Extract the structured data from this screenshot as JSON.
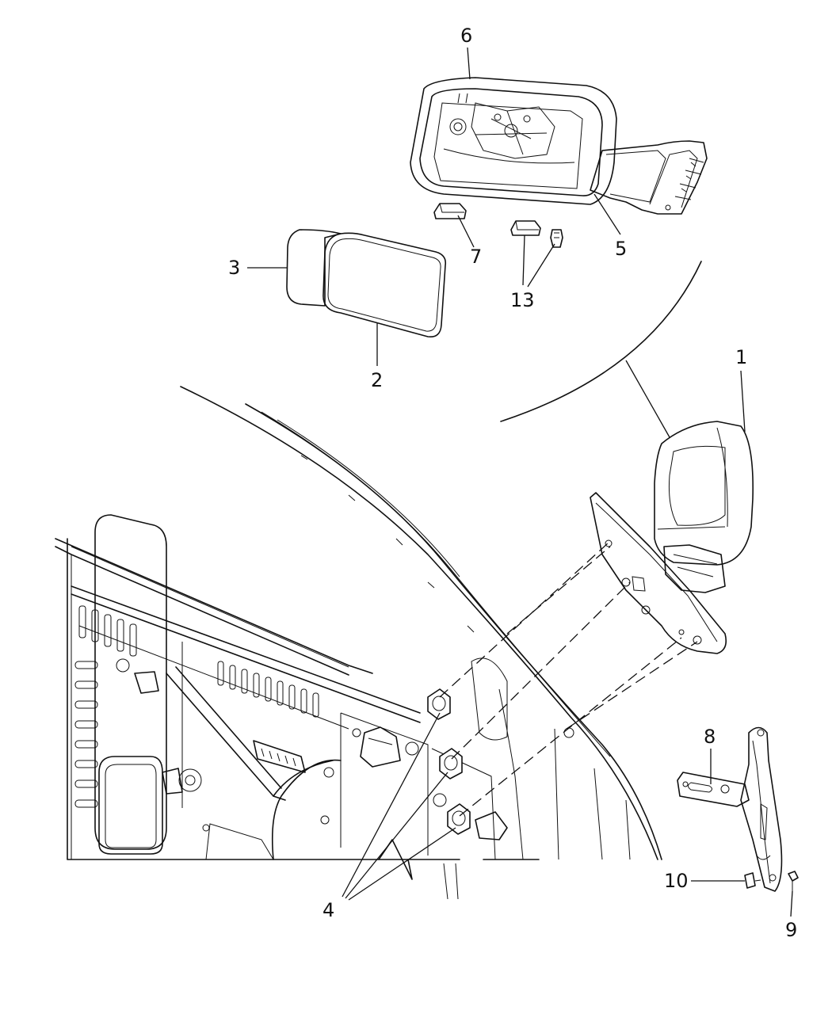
{
  "callouts": {
    "c1": "1",
    "c2": "2",
    "c3": "3",
    "c4": "4",
    "c5": "5",
    "c6": "6",
    "c7": "7",
    "c8": "8",
    "c9": "9",
    "c10": "10",
    "c13": "13"
  },
  "parts": [
    {
      "callout": "1",
      "icon": "mirror-assembly-icon"
    },
    {
      "callout": "2",
      "icon": "mirror-glass-icon"
    },
    {
      "callout": "3",
      "icon": "mirror-glass-backing-icon"
    },
    {
      "callout": "4",
      "icon": "nut-icon"
    },
    {
      "callout": "5",
      "icon": "mirror-base-icon"
    },
    {
      "callout": "6",
      "icon": "mirror-housing-icon"
    },
    {
      "callout": "7",
      "icon": "clip-icon"
    },
    {
      "callout": "8",
      "icon": "bracket-icon"
    },
    {
      "callout": "9",
      "icon": "screw-icon"
    },
    {
      "callout": "10",
      "icon": "bolt-icon"
    },
    {
      "callout": "13",
      "icon": "lamp-clip-icon"
    }
  ]
}
